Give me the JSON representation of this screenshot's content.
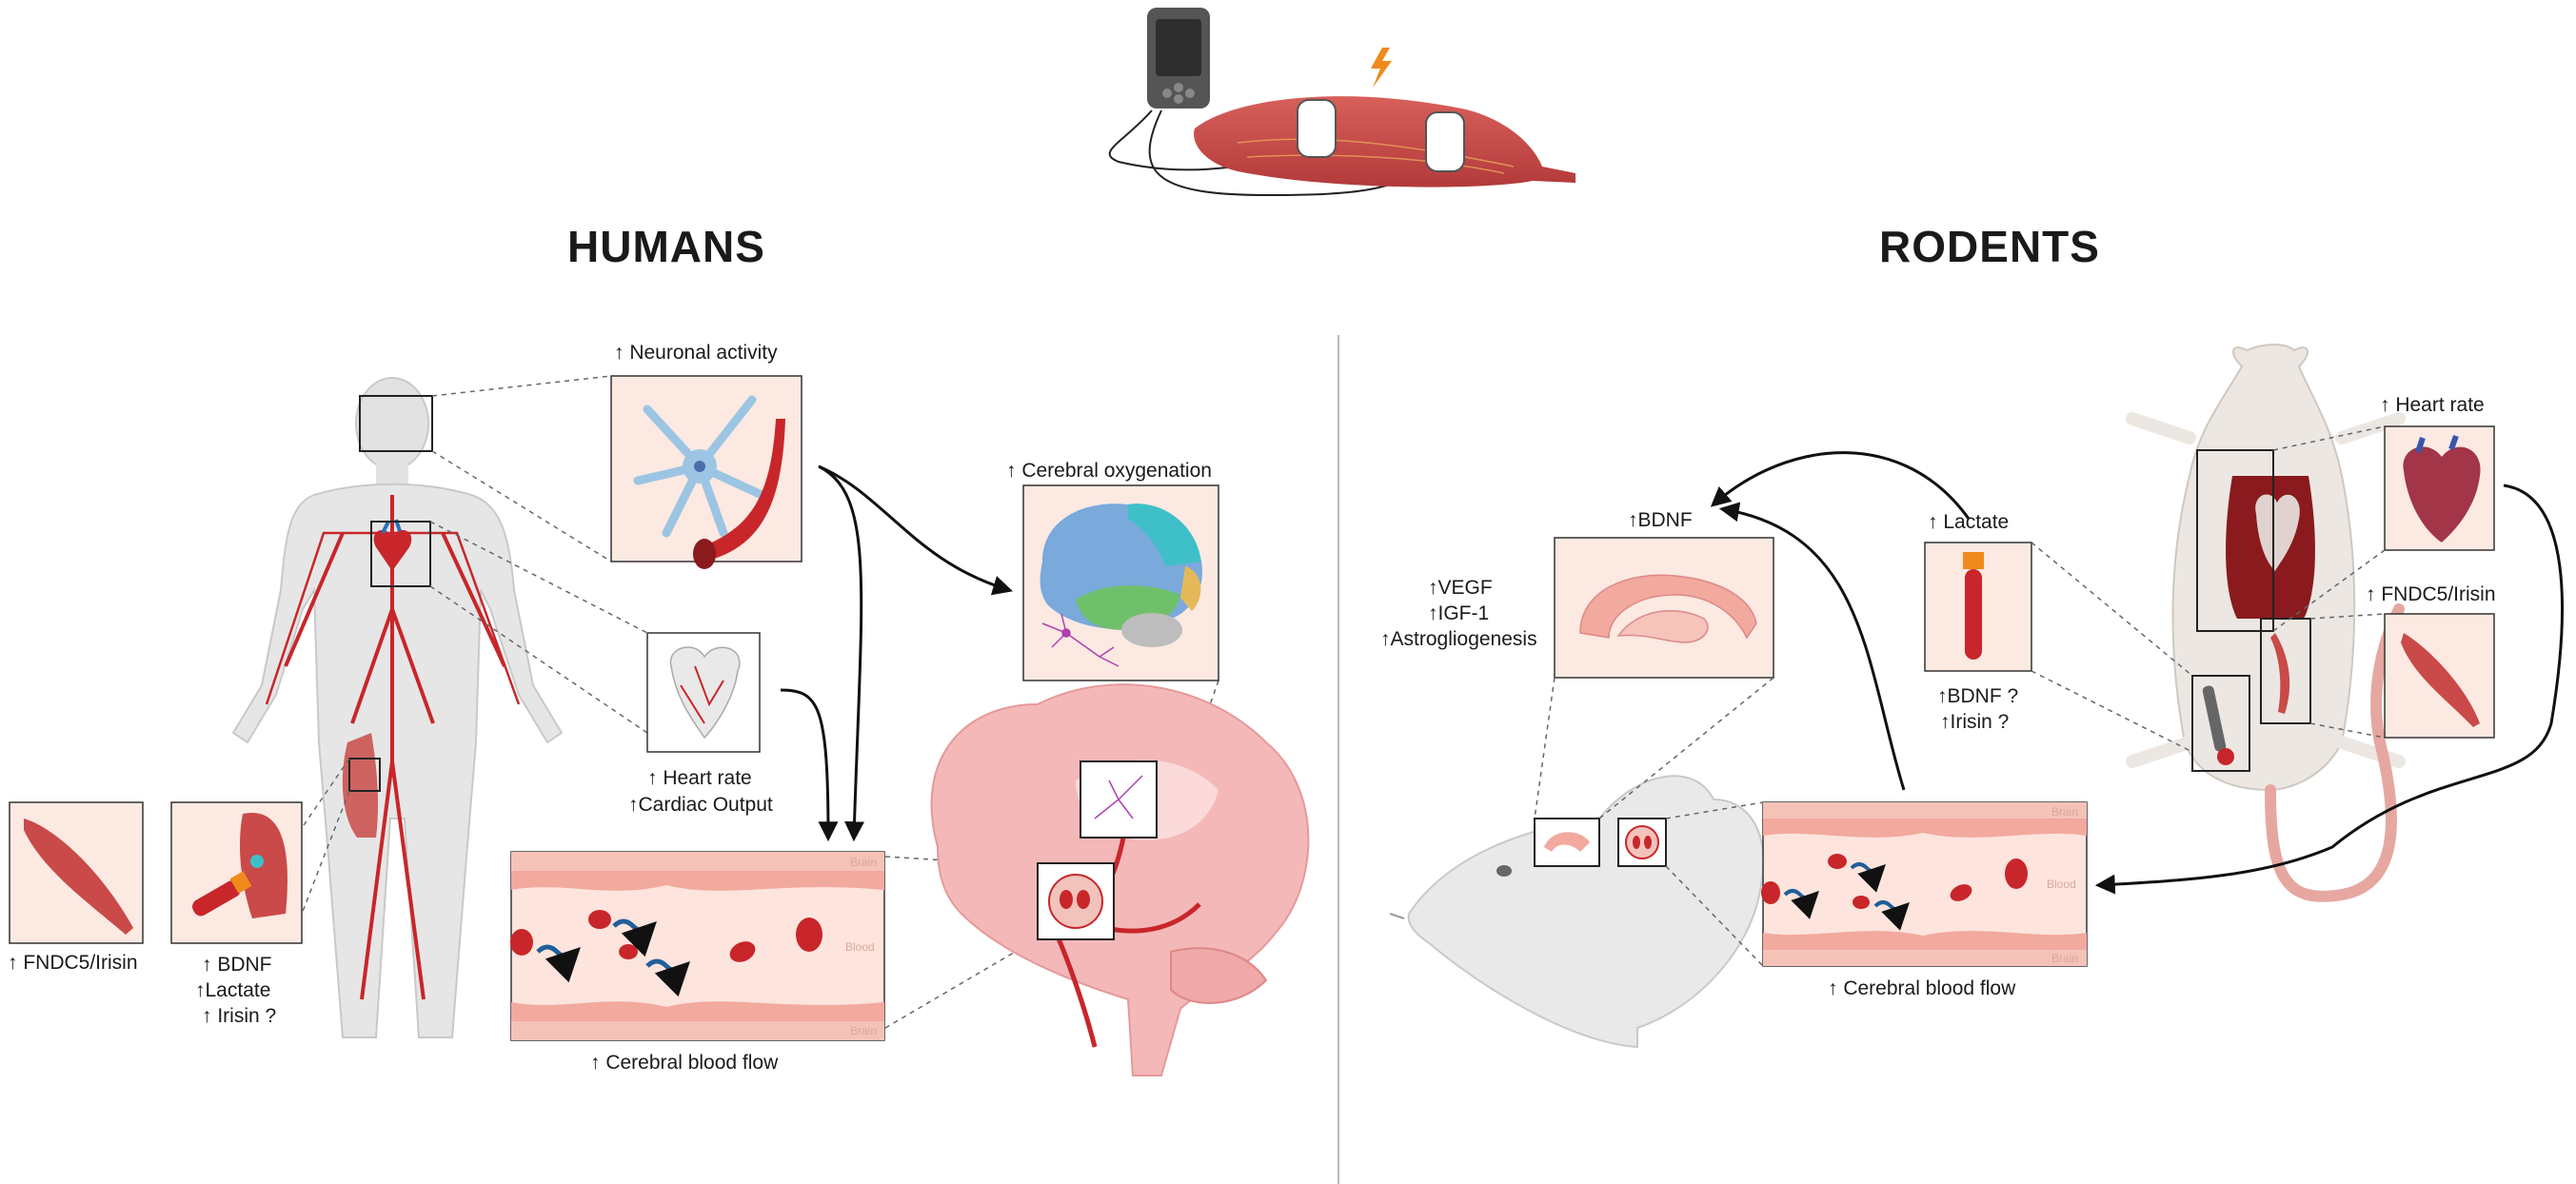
{
  "titles": {
    "humans": "HUMANS",
    "rodents": "RODENTS"
  },
  "humans": {
    "neuronal_activity": "↑ Neuronal activity",
    "cerebral_oxygenation": "↑ Cerebral oxygenation",
    "heart_rate": "↑ Heart rate",
    "cardiac_output": "↑Cardiac Output",
    "fndc5_irisin": "↑ FNDC5/Irisin",
    "bdnf": "↑ BDNF",
    "lactate": "↑Lactate",
    "irisin_q": "↑ Irisin ?",
    "cerebral_blood_flow": "↑ Cerebral blood flow",
    "vessel_brain_top": "Brain",
    "vessel_blood": "Blood",
    "vessel_brain_bottom": "Brain"
  },
  "rodents": {
    "bdnf": "↑BDNF",
    "vegf": "↑VEGF",
    "igf1": "↑IGF-1",
    "astrogliogenesis": "↑Astrogliogenesis",
    "lactate": "↑ Lactate",
    "bdnf_q": "↑BDNF ?",
    "irisin_q": "↑Irisin ?",
    "heart_rate": "↑ Heart rate",
    "fndc5_irisin": "↑ FNDC5/Irisin",
    "cerebral_blood_flow": "↑ Cerebral blood flow",
    "vessel_brain_top": "Brain",
    "vessel_blood": "Blood",
    "vessel_brain_bottom": "Brain"
  },
  "colors": {
    "muscle": "#c94a48",
    "vessel_red": "#c8262a",
    "body_gray": "#d9d9d9",
    "panel_bg": "#fbe9e2",
    "lightning": "#f08a1c",
    "neuron_blue": "#9cc5e3",
    "arrow": "#111111"
  },
  "icons": [
    "stimulator-device-icon",
    "lightning-icon",
    "heart-icon",
    "brain-icon",
    "neuron-icon",
    "astrocyte-icon",
    "blood-tube-icon",
    "muscle-icon",
    "mouse-icon",
    "rat-icon",
    "hippocampus-icon",
    "red-blood-cell-icon"
  ]
}
